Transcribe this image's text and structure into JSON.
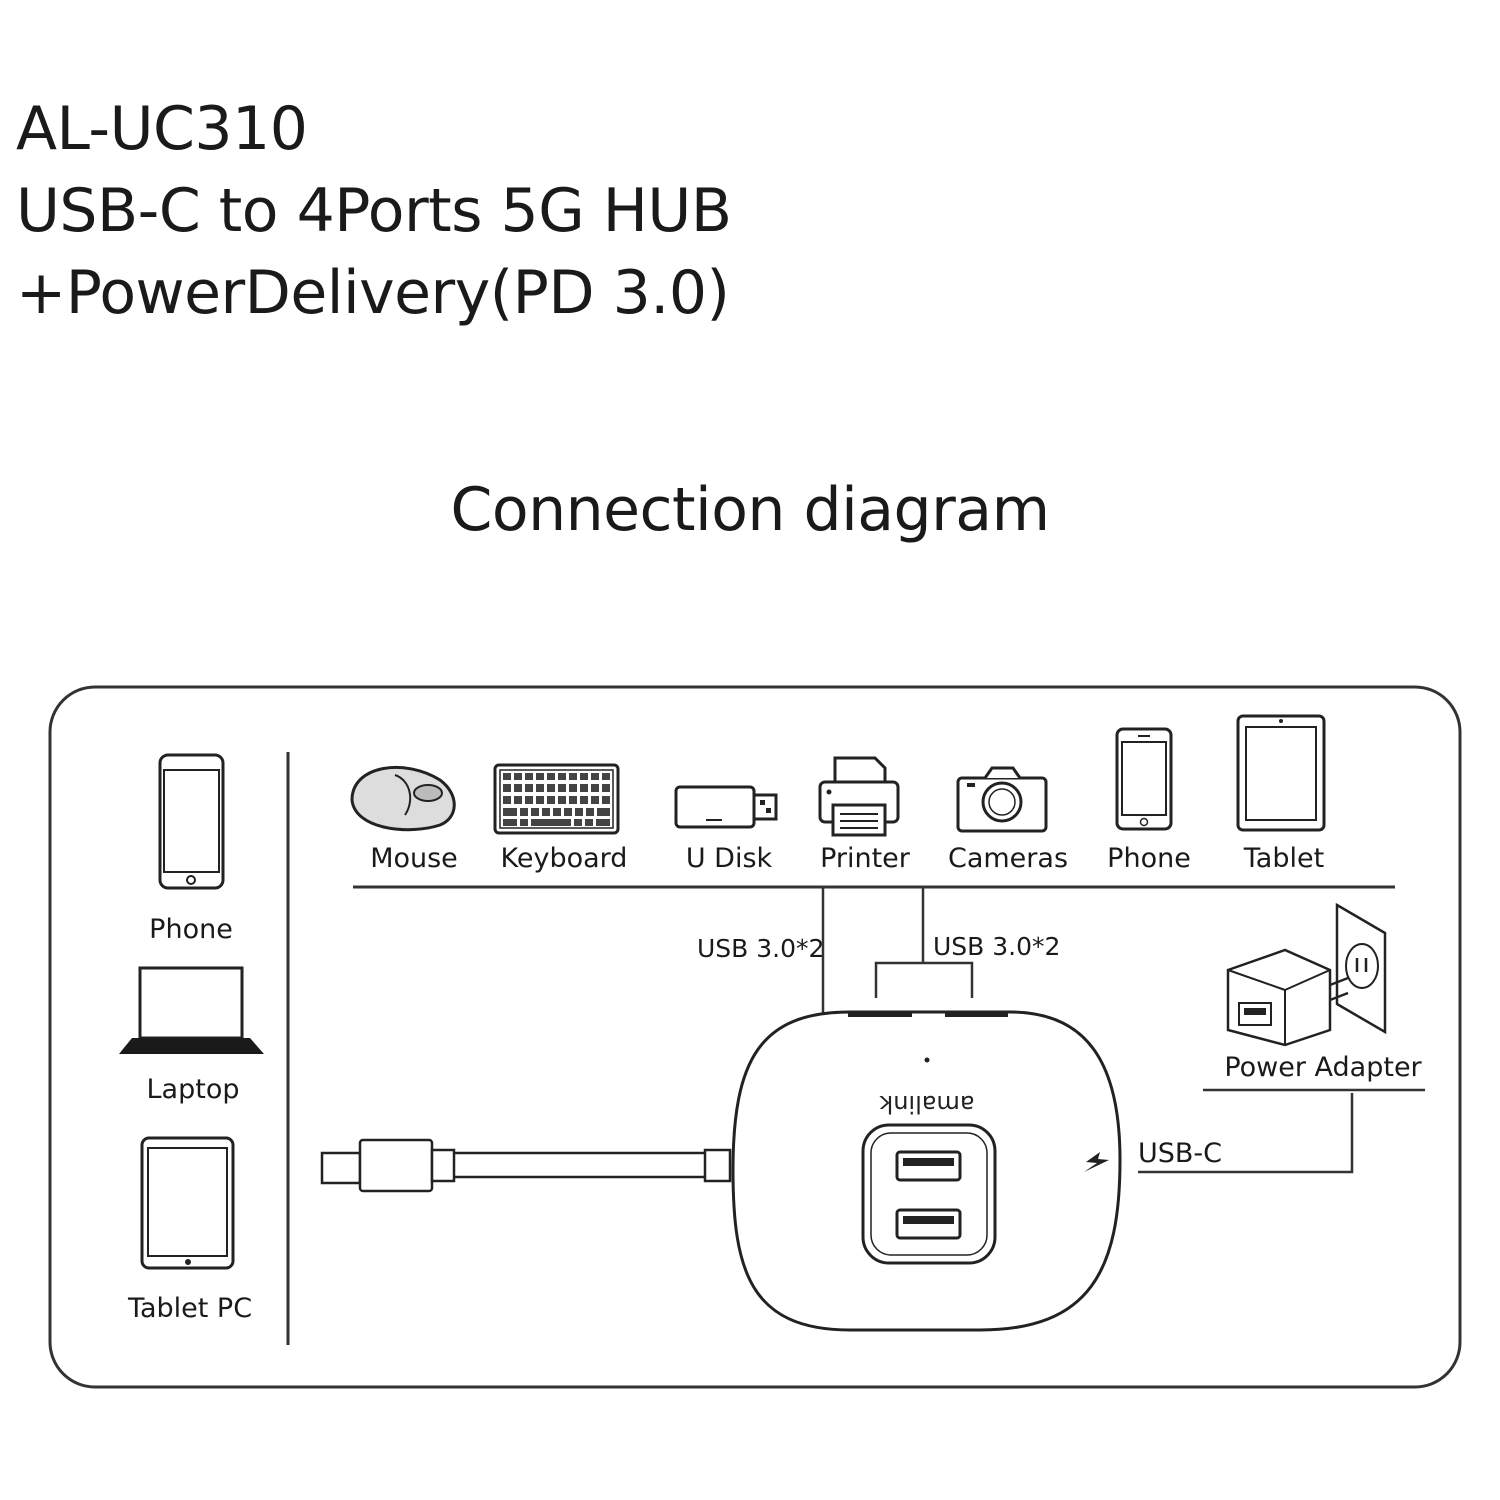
{
  "header": {
    "model": "AL-UC310",
    "line2": "USB-C to 4Ports 5G HUB",
    "line3": "+PowerDelivery(PD 3.0)"
  },
  "subtitle": "Connection diagram",
  "hosts": [
    {
      "label": "Phone",
      "icon": "phone-icon"
    },
    {
      "label": "Laptop",
      "icon": "laptop-icon"
    },
    {
      "label": "Tablet PC",
      "icon": "tablet-icon"
    }
  ],
  "peripherals": [
    {
      "label": "Mouse",
      "icon": "mouse-icon"
    },
    {
      "label": "Keyboard",
      "icon": "keyboard-icon"
    },
    {
      "label": "U Disk",
      "icon": "usb-drive-icon"
    },
    {
      "label": "Printer",
      "icon": "printer-icon"
    },
    {
      "label": "Cameras",
      "icon": "camera-icon"
    },
    {
      "label": "Phone",
      "icon": "phone-icon"
    },
    {
      "label": "Tablet",
      "icon": "tablet-icon"
    }
  ],
  "ports": {
    "left_label": "USB 3.0*2",
    "right_label": "USB 3.0*2",
    "pd_label": "USB-C"
  },
  "power": {
    "label": "Power Adapter",
    "icon": "power-adapter-icon"
  },
  "hub": {
    "brand": "amalink",
    "icon": "lightning-icon"
  }
}
